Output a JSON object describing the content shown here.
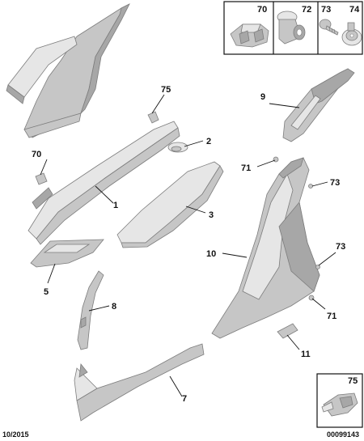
{
  "callouts": {
    "c75": "75",
    "c2": "2",
    "c70": "70",
    "c1": "1",
    "c3": "3",
    "c5": "5",
    "c8": "8",
    "c7": "7",
    "c9": "9",
    "c71a": "71",
    "c73a": "73",
    "c10": "10",
    "c73b": "73",
    "c71b": "71",
    "c11": "11"
  },
  "inset_top": {
    "n70": "70",
    "n72": "72",
    "n73": "73",
    "n74": "74"
  },
  "inset_bottom": {
    "n75": "75"
  },
  "footer": {
    "date": "10/2015",
    "ref": "00099143"
  }
}
